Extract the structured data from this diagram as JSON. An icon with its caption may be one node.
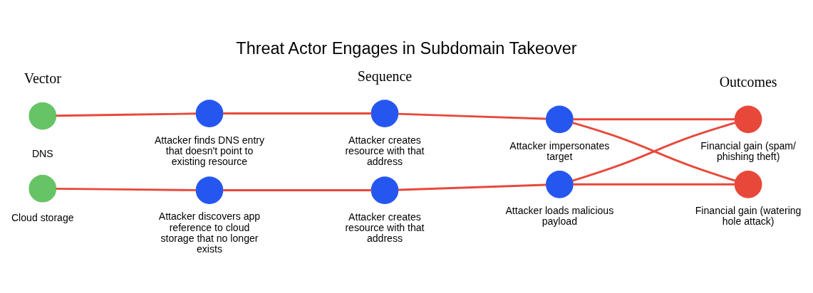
{
  "diagram": {
    "title": "Threat Actor Engages in Subdomain Takeover",
    "nodes": [
      {
        "text": [],
        "shape": "circle",
        "beside": [
          "DNS"
        ]
      },
      {
        "text": [],
        "shape": "circle",
        "beside": [
          "Attacker finds DNS entry that doesn't point to existing resource"
        ]
      },
      {
        "text": [],
        "shape": "circle",
        "beside": [
          "Attacker creates resource with that address"
        ]
      },
      {
        "text": [],
        "shape": "circle",
        "beside": [
          "Attacker impersonates target"
        ]
      },
      {
        "text": [],
        "shape": "circle",
        "beside": [
          "Financial gain (spam/ phishing theft)"
        ]
      },
      {
        "text": [],
        "shape": "circle",
        "beside": [
          "Cloud storage"
        ]
      },
      {
        "text": [],
        "shape": "circle",
        "beside": [
          "Attacker discovers app reference to cloud storage that no longer exists"
        ]
      },
      {
        "text": [],
        "shape": "circle",
        "beside": [
          "Attacker creates resource with that address"
        ]
      },
      {
        "text": [],
        "shape": "circle",
        "beside": [
          "Attacker loads malicious payload"
        ]
      },
      {
        "text": [],
        "shape": "circle",
        "beside": [
          "Financial gain (watering hole attack)"
        ]
      }
    ],
    "edges": [
      {
        "from": 0,
        "to": 1,
        "arrow": "none"
      },
      {
        "from": 1,
        "to": 2,
        "arrow": "none"
      },
      {
        "from": 2,
        "to": 3,
        "arrow": "none"
      },
      {
        "from": 3,
        "to": 4,
        "arrow": "none"
      },
      {
        "from": 3,
        "to": 9,
        "arrow": "none"
      },
      {
        "from": 5,
        "to": 6,
        "arrow": "none"
      },
      {
        "from": 6,
        "to": 7,
        "arrow": "none"
      },
      {
        "from": 7,
        "to": 8,
        "arrow": "none"
      },
      {
        "from": 8,
        "to": 9,
        "arrow": "none"
      },
      {
        "from": 8,
        "to": 4,
        "arrow": "none"
      }
    ],
    "labels": [
      "Vector",
      "Sequence",
      "Outcomes"
    ]
  }
}
